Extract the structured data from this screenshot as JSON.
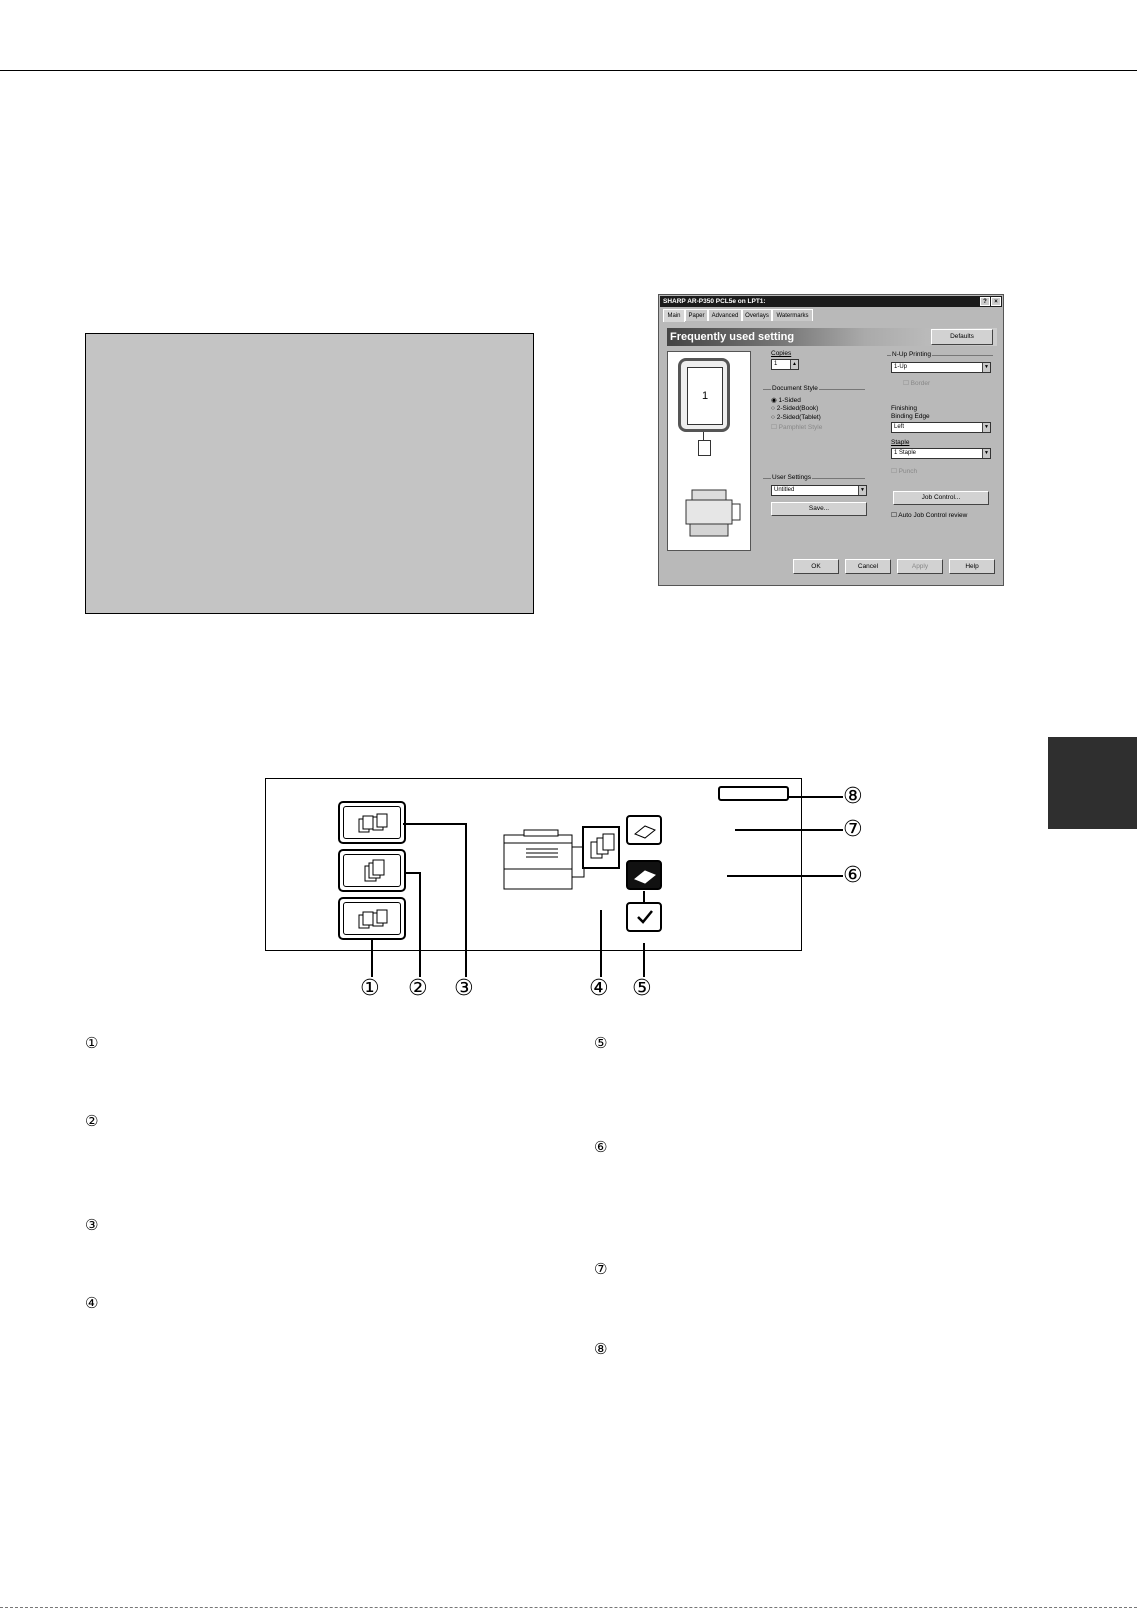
{
  "dialog": {
    "title": "SHARP AR-P350 PCL5e on LPT1:",
    "title_buttons": [
      "?",
      "×"
    ],
    "tabs": [
      "Main",
      "Paper",
      "Advanced",
      "Overlays",
      "Watermarks"
    ],
    "banner": "Frequently used setting",
    "defaults_button": "Defaults",
    "preview_page_number": "1",
    "copies_label": "Copies",
    "copies_value": "1",
    "document_style_label": "Document Style",
    "document_style_options": [
      "1-Sided",
      "2-Sided(Book)",
      "2-Sided(Tablet)"
    ],
    "document_style_extra": "Pamphlet Style",
    "user_settings_label": "User Settings",
    "user_settings_value": "Untitled",
    "save_button": "Save...",
    "nup_label": "N-Up Printing",
    "nup_value": "1-Up",
    "border_label": "Border",
    "finishing_label": "Finishing",
    "binding_edge_label": "Binding Edge",
    "binding_edge_value": "Left",
    "staple_label": "Staple",
    "staple_value": "1 Staple",
    "punch_label": "Punch",
    "job_control_button": "Job Control...",
    "auto_job_control_label": "Auto Job Control review",
    "ok_button": "OK",
    "cancel_button": "Cancel",
    "apply_button": "Apply",
    "help_button": "Help"
  },
  "panel": {
    "callouts": [
      "①",
      "②",
      "③",
      "④",
      "⑤",
      "⑥",
      "⑦",
      "⑧"
    ]
  },
  "list": {
    "left": [
      "①",
      "②",
      "③",
      "④"
    ],
    "right": [
      "⑤",
      "⑥",
      "⑦",
      "⑧"
    ]
  }
}
